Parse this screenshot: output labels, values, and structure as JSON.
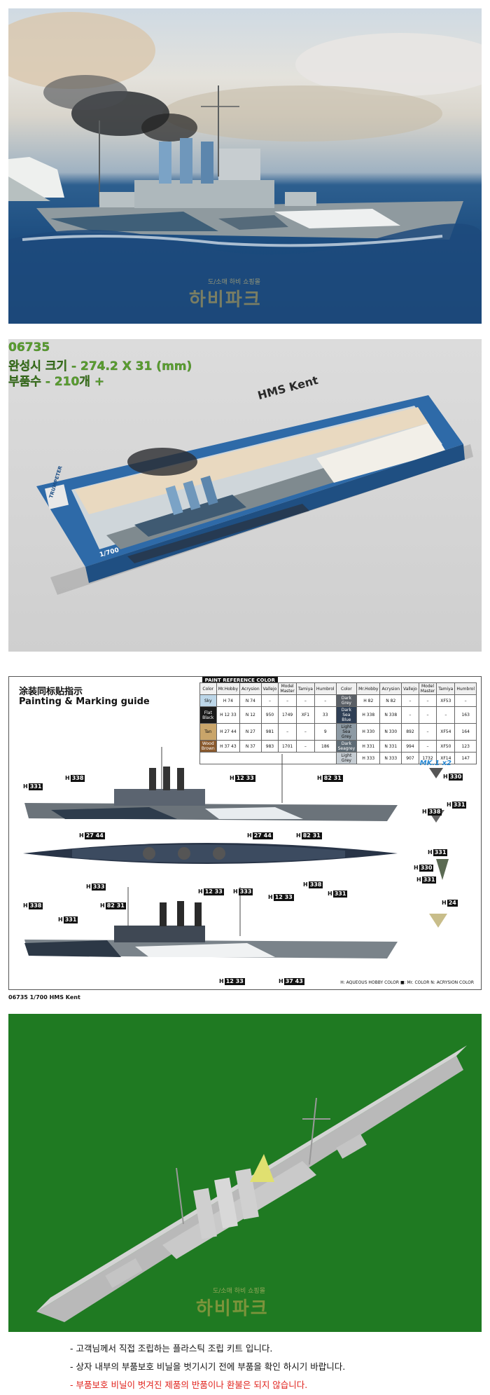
{
  "hero": {
    "watermark": "하비파크",
    "watermark_sub": "도/소매 하비 쇼핑몰"
  },
  "boxart": {
    "product_code": "06735",
    "size_line": "완성시 크기 - 274.2 X 31 (mm)",
    "parts_line": "부품수 - 210개 +",
    "box_title": "HMS Kent",
    "box_brand": "TRUMPETER",
    "box_scale": "1/700"
  },
  "guide": {
    "title_cn": "涂装同标贴指示",
    "title_en": "Painting & Marking guide",
    "table_title": "PAINT REFERENCE COLOR",
    "table_headers": [
      "Color",
      "Mr.Hobby",
      "Acrysion",
      "Vallejo",
      "Model Master",
      "Tamiya",
      "Humbrol"
    ],
    "table_left_rows": [
      [
        "Sky",
        "H 74",
        "N 74",
        "–",
        "–",
        "–",
        "–"
      ],
      [
        "Flat Black",
        "H 12 33",
        "N 12",
        "950",
        "1749",
        "XF1",
        "33"
      ],
      [
        "Tan",
        "H 27 44",
        "N 27",
        "981",
        "–",
        "–",
        "9"
      ],
      [
        "Wood Brown",
        "H 37 43",
        "N 37",
        "983",
        "1701",
        "–",
        "186"
      ]
    ],
    "table_right_rows": [
      [
        "Dark Grey",
        "H 82",
        "N 82",
        "–",
        "–",
        "XF53",
        "–"
      ],
      [
        "Dark Sea Blue",
        "H 338",
        "N 338",
        "–",
        "–",
        "–",
        "163"
      ],
      [
        "Light Sea Grey",
        "H 330",
        "N 330",
        "892",
        "–",
        "XF54",
        "164"
      ],
      [
        "Dark Seagrey",
        "H 331",
        "N 331",
        "994",
        "–",
        "XF50",
        "123"
      ],
      [
        "Light Grey",
        "H 333",
        "N 333",
        "907",
        "1732",
        "XF14",
        "147"
      ]
    ],
    "mk_label": "MK.1 x2",
    "legend": "H: AQUEOUS HOBBY COLOR   ■: Mr. COLOR   N: ACRYSION COLOR",
    "caption": "06735 1/700 HMS Kent"
  },
  "render": {
    "watermark": "하비파크",
    "watermark_sub": "도/소매 하비 쇼핑몰"
  },
  "notes": {
    "line1": "- 고객님께서 직접 조립하는 플라스틱 조립 키트 입니다.",
    "line2": "- 상자 내부의 부품보호 비닐을 벗기시기 전에 부품을 확인 하시기 바랍니다.",
    "line3": "- 부품보호 비닐이 벗겨진 제품의 반품이나 환불은 되지 않습니다."
  }
}
